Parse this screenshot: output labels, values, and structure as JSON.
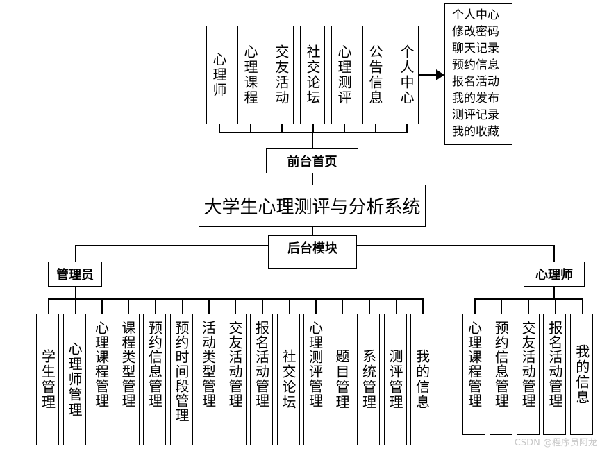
{
  "top_nodes": [
    "心理师",
    "心理课程",
    "交友活动",
    "社交论坛",
    "心理测评",
    "公告信息",
    "个人中心"
  ],
  "personal_center_items": [
    "个人中心",
    "修改密码",
    "聊天记录",
    "预约信息",
    "报名活动",
    "我的发布",
    "测评记录",
    "我的收藏"
  ],
  "front_home": "前台首页",
  "system_title": "大学生心理测评与分析系统",
  "backend": "后台模块",
  "admin": "管理员",
  "counselor": "心理师",
  "admin_nodes": [
    "学生管理",
    "心理师管理",
    "心理课程管理",
    "课程类型管理",
    "预约信息管理",
    "预约时间段管理",
    "活动类型管理",
    "交友活动管理",
    "报名活动管理",
    "社交论坛",
    "心理测评管理",
    "题目管理",
    "系统管理",
    "测评管理",
    "我的信息"
  ],
  "counselor_nodes": [
    "心理课程管理",
    "预约信息管理",
    "交友活动管理",
    "报名活动管理",
    "我的信息"
  ],
  "watermark": "CSDN @程序员阿龙"
}
